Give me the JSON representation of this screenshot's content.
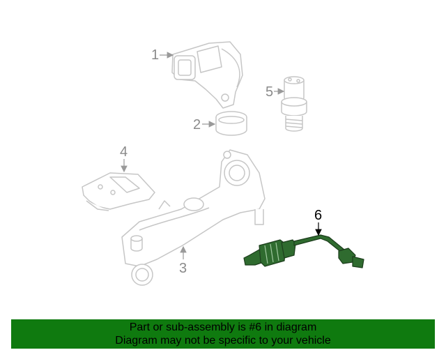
{
  "callouts": {
    "c1": "1",
    "c2": "2",
    "c3": "3",
    "c4": "4",
    "c5": "5",
    "c6": "6"
  },
  "banner": {
    "line1": "Part or sub-assembly is #6 in diagram",
    "line2": "Diagram may not be specific to your vehicle"
  },
  "colors": {
    "banner_bg": "#0f7a0f",
    "highlight_part": "#2f6b2f",
    "outline": "#c8c8c8"
  }
}
